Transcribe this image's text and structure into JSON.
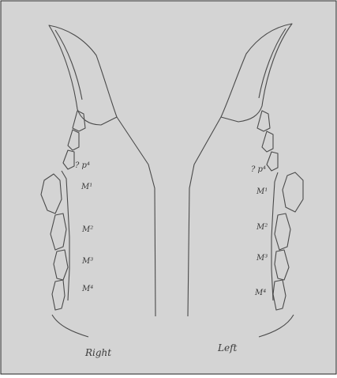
{
  "figure": {
    "background_color": "#d4d4d4",
    "ink_color": "#4a4a4a",
    "border_color": "#222222"
  },
  "right_jaw": {
    "caption": "Right",
    "tooth_labels": [
      "? p⁴",
      "M¹",
      "M²",
      "M³",
      "M⁴"
    ]
  },
  "left_jaw": {
    "caption": "Left",
    "tooth_labels": [
      "? p⁴",
      "M¹",
      "M²",
      "M³",
      "M⁴"
    ]
  }
}
